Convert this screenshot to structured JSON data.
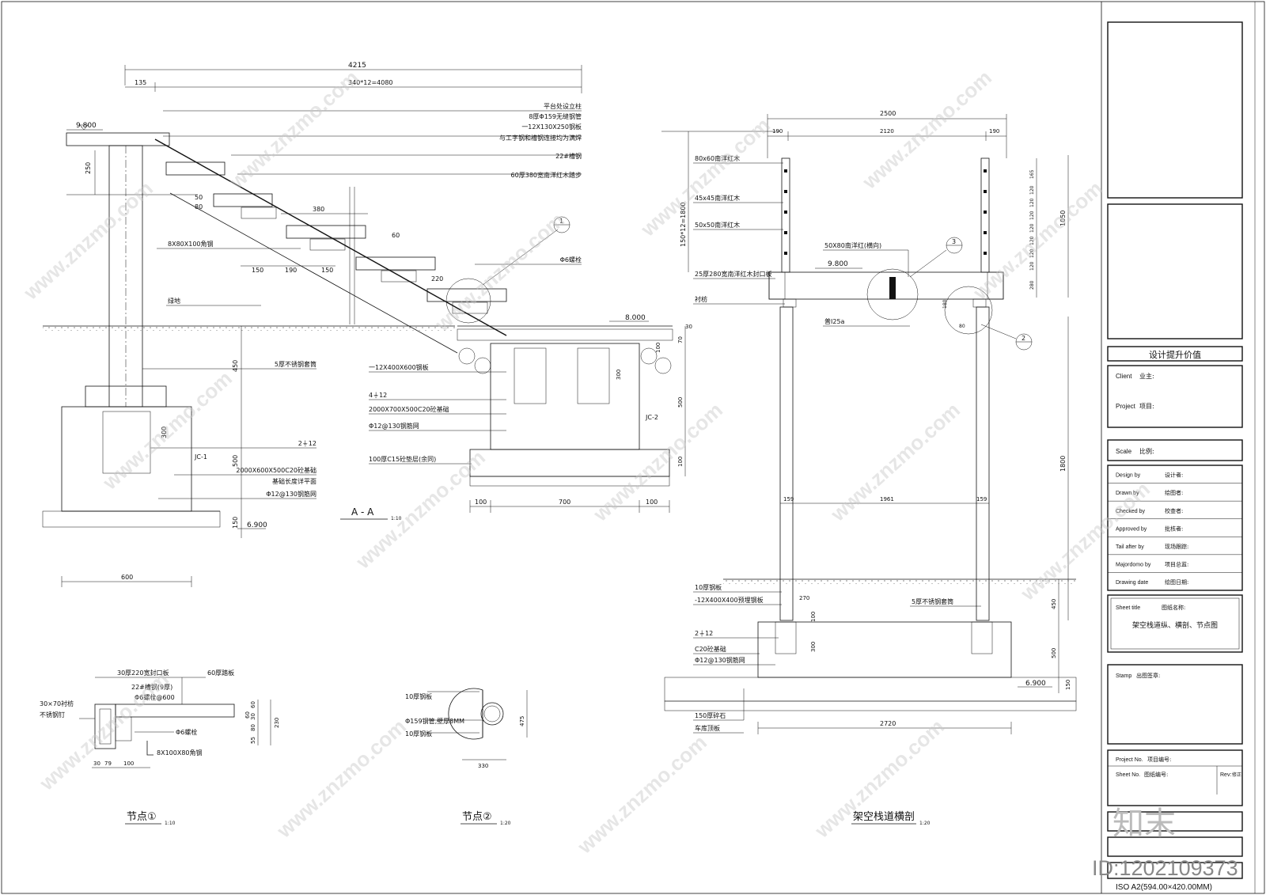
{
  "sheet": {
    "paper": "ISO A2(594.00×420.00MM)",
    "logo": "知末",
    "id_text": "ID:1202109373",
    "watermark": "www.znzmo.com"
  },
  "views": {
    "section_aa": {
      "title": "A - A",
      "scale": "1:10",
      "dims": {
        "total": "4215",
        "left": "135",
        "steps": "340*12=4080",
        "rise": "250",
        "tread": "380",
        "w150a": "150",
        "w190": "190",
        "w150b": "150",
        "d60": "60",
        "d80": "80",
        "d50": "50",
        "d220": "220",
        "d450": "450",
        "d300": "300",
        "d500": "500",
        "d150": "150",
        "base_w": "600",
        "d30": "30",
        "d70": "70",
        "d100": "100",
        "d300b": "300",
        "d500b": "500",
        "d100b": "100",
        "b100a": "100",
        "b700": "700",
        "b100b": "100"
      },
      "levels": {
        "top": "9.800",
        "ground": "8.000",
        "bottom": "6.900"
      },
      "labels": {
        "l1": "平台处设立柱",
        "l2": "8厚Φ159无缝钢管",
        "l3": "一12X130X250钢板",
        "l4": "与工字钢和槽钢连接均为满焊",
        "l5": "22#槽钢",
        "l6": "60厚380宽南洋红木踏步",
        "angle": "8X80X100角钢",
        "bolt": "Φ6螺栓",
        "grass": "绿地",
        "sleeve": "5厚不锈钢套筒",
        "rebar2": "2⏚12",
        "jc1": "JC-1",
        "found1": "2000X600X500C20砼基础",
        "found1b": "基础长度详平面",
        "mesh1": "Φ12@130钢筋网",
        "plate2": "一12X400X600钢板",
        "rebar4": "4⏚12",
        "found2": "2000X700X500C20砼基础",
        "mesh2": "Φ12@130钢筋网",
        "jc2": "JC-2",
        "cushion": "100厚C15砼垫层(余同)"
      },
      "callout1": "1"
    },
    "node1": {
      "title": "节点①",
      "scale": "1:10",
      "labels": {
        "seal": "30厚220宽封口板",
        "tread": "60厚踏板",
        "channel": "22#槽钢(9厚)",
        "bolt600": "Φ6螺栓@600",
        "bolt": "Φ6螺栓",
        "batten": "30×70衬枋",
        "nail": "不锈钢钉",
        "angle": "8X100X80角钢"
      },
      "dims": {
        "a": "60",
        "b": "30",
        "c": "80",
        "d": "60",
        "e": "55",
        "f": "230",
        "g": "30",
        "h": "79",
        "i": "100"
      }
    },
    "node2": {
      "title": "节点②",
      "scale": "1:20",
      "labels": {
        "plate_a": "10厚钢板",
        "pipe": "Φ159钢管,壁厚8MM",
        "plate_b": "10厚钢板"
      },
      "dims": {
        "h": "475",
        "w": "330"
      }
    },
    "cross": {
      "title": "架空栈道横剖",
      "scale": "1:20",
      "dims": {
        "total": "2500",
        "l190": "190",
        "mid": "2120",
        "r190": "190",
        "rail": "150*12=1800",
        "rh1": "1050",
        "rh2": "280",
        "post": "1800",
        "c159a": "159",
        "c1961": "1961",
        "c159b": "159",
        "g270": "270",
        "g100": "100",
        "g300": "300",
        "f450": "450",
        "f500": "500",
        "f150": "150",
        "base": "2720",
        "d180": "180",
        "d80": "80",
        "s165": "165",
        "s120a": "120",
        "s120b": "120",
        "s120c": "120",
        "s120d": "120",
        "s120e": "120",
        "s120f": "120",
        "s120g": "120"
      },
      "levels": {
        "deck": "9.800",
        "bottom": "6.900"
      },
      "labels": {
        "r80": "80x60南洋红木",
        "r45": "45x45南洋红木",
        "r50": "50x50南洋红木",
        "beam": "50X80南洋红(横向)",
        "seal": "25厚280宽南洋红木封口板",
        "batten": "衬枋",
        "ibeam": "普I25a",
        "plate10": "10厚钢板",
        "embed": "-12X400X400预埋钢板",
        "sleeve": "5厚不锈钢套筒",
        "rebar": "2⏚12",
        "found": "C20砼基础",
        "mesh": "Φ12@130钢筋网",
        "gravel": "150厚碎石",
        "roof": "车库顶板"
      },
      "callouts": {
        "c2": "2",
        "c3": "3"
      }
    }
  },
  "titleblock": {
    "heading": "设计提升价值",
    "client": {
      "label": "Client",
      "cn": "业主:"
    },
    "project": {
      "label": "Project",
      "cn": "项目:"
    },
    "scale": {
      "label": "Scale",
      "cn": "比例:"
    },
    "rows": [
      {
        "label": "Design by",
        "cn": "设计者:"
      },
      {
        "label": "Drawn by",
        "cn": "绘图者:"
      },
      {
        "label": "Checked by",
        "cn": "校查者:"
      },
      {
        "label": "Approved by",
        "cn": "批核者:"
      },
      {
        "label": "Tail after by",
        "cn": "现场跟踪:"
      },
      {
        "label": "Majordomo by",
        "cn": "项目总监:"
      },
      {
        "label": "Drawing date",
        "cn": "绘图日期:"
      }
    ],
    "sheet_title": {
      "label": "Sheet title",
      "cn": "图纸名称:",
      "value": "架空栈道纵、横剖、节点图"
    },
    "stamp": {
      "label": "Stamp",
      "cn": "出图签章:"
    },
    "project_no": {
      "label": "Project No.",
      "cn": "项目编号:"
    },
    "sheet_no": {
      "label": "Sheet No.",
      "cn": "图纸编号:"
    },
    "rev": {
      "label": "Rev:",
      "cn": "修正"
    }
  }
}
